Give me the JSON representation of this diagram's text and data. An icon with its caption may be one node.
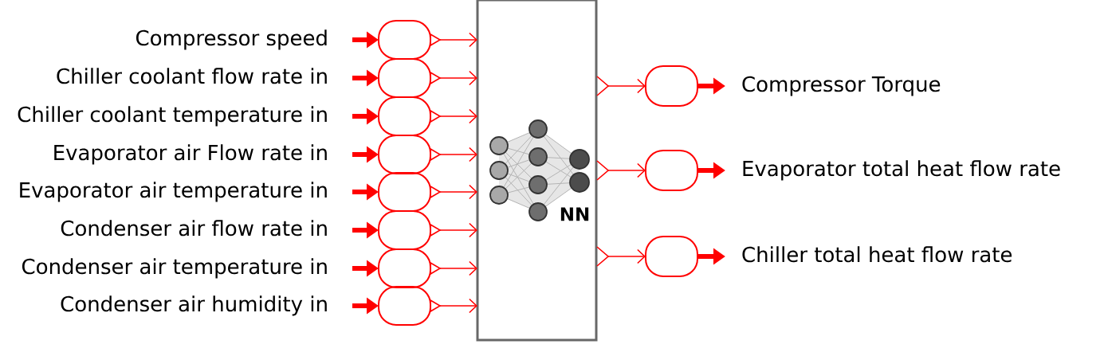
{
  "diagram": {
    "nodes": [
      {
        "text": [
          "Compressor speed"
        ]
      },
      {
        "text": [
          "Chiller coolant flow rate in"
        ]
      },
      {
        "text": [
          "Chiller coolant temperature in"
        ]
      },
      {
        "text": [
          "Evaporator air Flow rate in"
        ]
      },
      {
        "text": [
          "Evaporator air temperature in"
        ]
      },
      {
        "text": [
          "Condenser air flow rate in"
        ]
      },
      {
        "text": [
          "Condenser air temperature in"
        ]
      },
      {
        "text": [
          "Condenser air humidity in"
        ]
      },
      {
        "text": [],
        "shape": "ellipse"
      },
      {
        "text": [],
        "shape": "ellipse"
      },
      {
        "text": [],
        "shape": "ellipse"
      },
      {
        "text": [],
        "shape": "ellipse"
      },
      {
        "text": [],
        "shape": "ellipse"
      },
      {
        "text": [],
        "shape": "ellipse"
      },
      {
        "text": [],
        "shape": "ellipse"
      },
      {
        "text": [],
        "shape": "ellipse"
      },
      {
        "text": [
          "NN"
        ]
      },
      {
        "text": [],
        "shape": "ellipse"
      },
      {
        "text": [],
        "shape": "ellipse"
      },
      {
        "text": [],
        "shape": "ellipse"
      },
      {
        "text": [
          "Compressor Torque"
        ]
      },
      {
        "text": [
          "Evaporator total heat flow rate"
        ]
      },
      {
        "text": [
          "Chiller total heat flow rate"
        ]
      }
    ],
    "edges": [
      {
        "from": 0,
        "to": 8,
        "arrow": "to",
        "style": "thick"
      },
      {
        "from": 1,
        "to": 9,
        "arrow": "to",
        "style": "thick"
      },
      {
        "from": 2,
        "to": 10,
        "arrow": "to",
        "style": "thick"
      },
      {
        "from": 3,
        "to": 11,
        "arrow": "to",
        "style": "thick"
      },
      {
        "from": 4,
        "to": 12,
        "arrow": "to",
        "style": "thick"
      },
      {
        "from": 5,
        "to": 13,
        "arrow": "to",
        "style": "thick"
      },
      {
        "from": 6,
        "to": 14,
        "arrow": "to",
        "style": "thick"
      },
      {
        "from": 7,
        "to": 15,
        "arrow": "to",
        "style": "thick"
      },
      {
        "from": 8,
        "to": 16,
        "arrow": "to"
      },
      {
        "from": 9,
        "to": 16,
        "arrow": "to"
      },
      {
        "from": 10,
        "to": 16,
        "arrow": "to"
      },
      {
        "from": 11,
        "to": 16,
        "arrow": "to"
      },
      {
        "from": 12,
        "to": 16,
        "arrow": "to"
      },
      {
        "from": 13,
        "to": 16,
        "arrow": "to"
      },
      {
        "from": 14,
        "to": 16,
        "arrow": "to"
      },
      {
        "from": 15,
        "to": 16,
        "arrow": "to"
      },
      {
        "from": 16,
        "to": 17,
        "arrow": "to"
      },
      {
        "from": 16,
        "to": 18,
        "arrow": "to"
      },
      {
        "from": 16,
        "to": 19,
        "arrow": "to"
      },
      {
        "from": 17,
        "to": 20,
        "arrow": "to",
        "style": "thick"
      },
      {
        "from": 18,
        "to": 21,
        "arrow": "to",
        "style": "thick"
      },
      {
        "from": 19,
        "to": 22,
        "arrow": "to",
        "style": "thick"
      }
    ]
  }
}
